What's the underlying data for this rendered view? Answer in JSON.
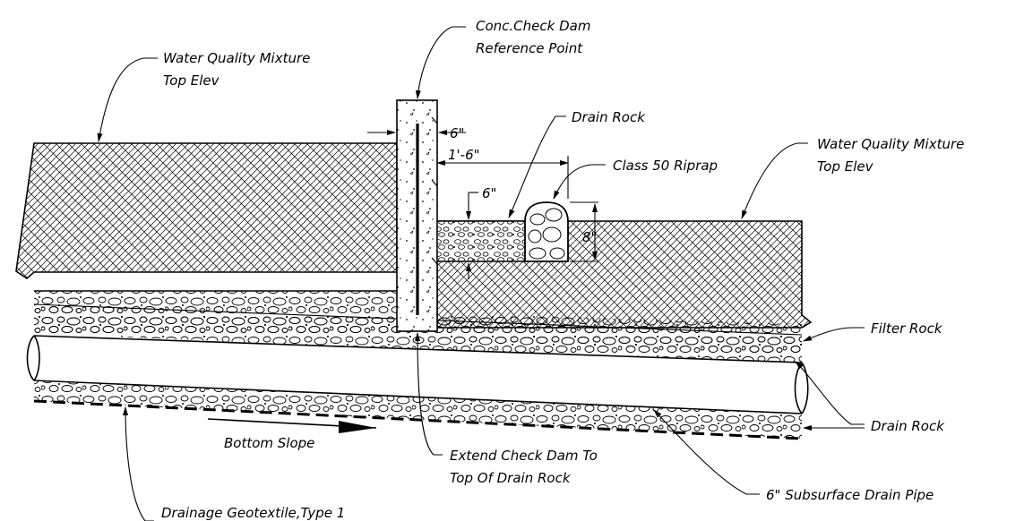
{
  "labels": {
    "wq_left_1": "Water Quality Mixture",
    "wq_left_2": "Top Elev",
    "check_dam_1": "Conc.Check Dam",
    "check_dam_2": "Reference Point",
    "drain_rock_top": "Drain Rock",
    "dim_6_top": "6\"",
    "dim_1_6": "1'-6\"",
    "riprap": "Class 50 Riprap",
    "wq_right_1": "Water Quality Mixture",
    "wq_right_2": "Top Elev",
    "dim_6_small": "6\"",
    "dim_8": "8\"",
    "filter_rock": "Filter Rock",
    "drain_rock_right": "Drain Rock",
    "bottom_slope": "Bottom Slope",
    "extend_1": "Extend Check Dam To",
    "extend_2": "Top Of Drain Rock",
    "pipe": "6\" Subsurface Drain Pipe",
    "geotextile": "Drainage Geotextile,Type 1"
  },
  "colors": {
    "line": "#000000",
    "background": "#ffffff"
  }
}
